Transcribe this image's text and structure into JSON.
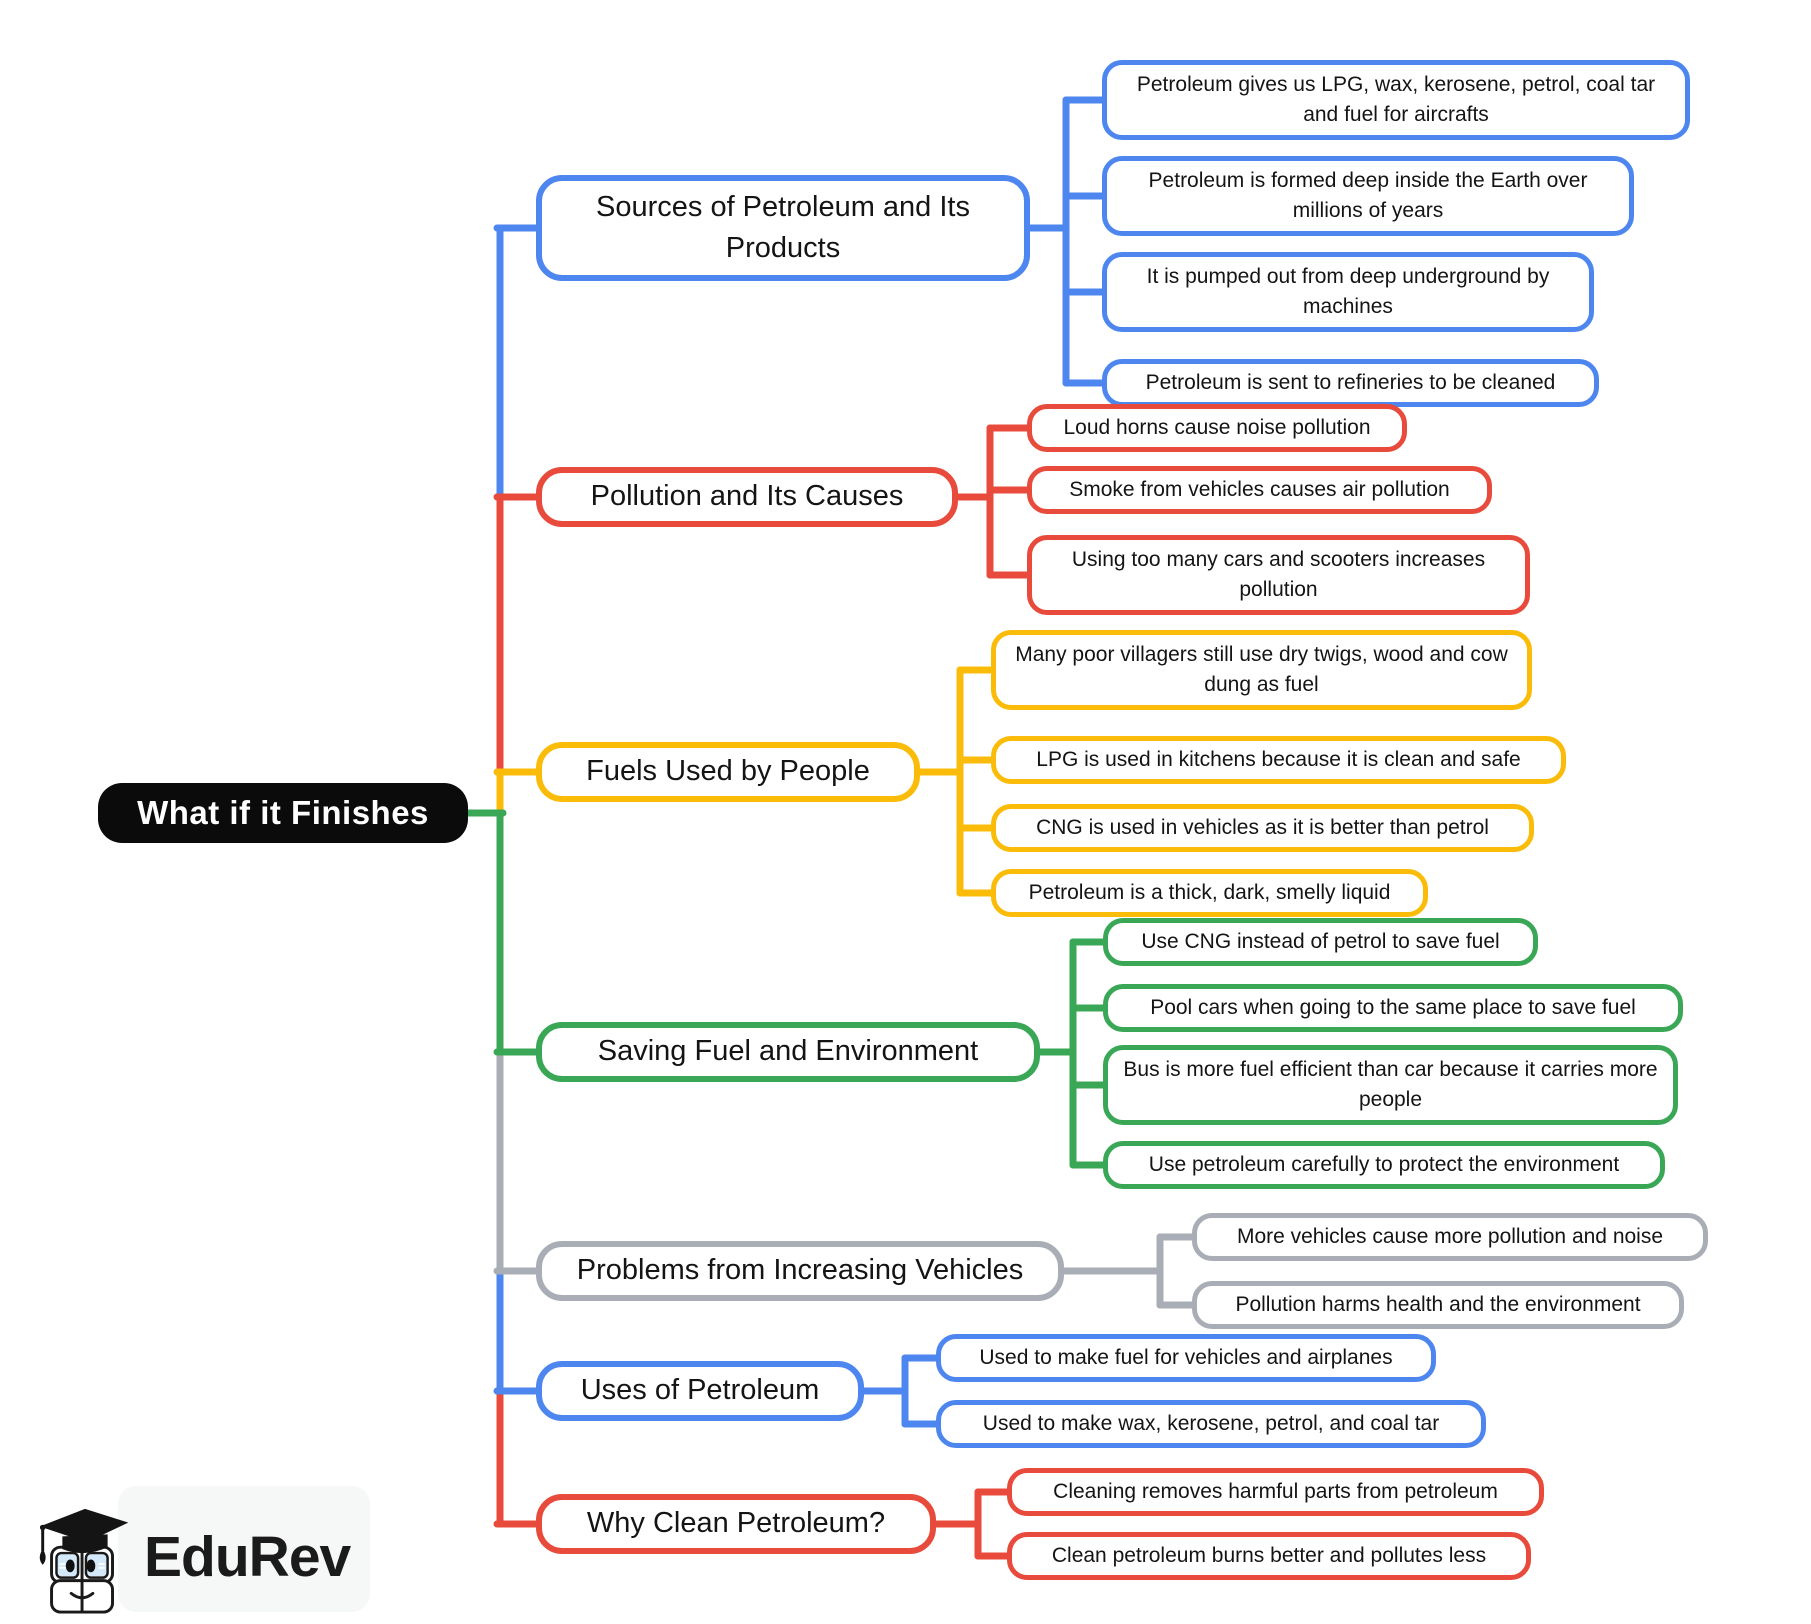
{
  "title": "What if it Finishes",
  "watermark": {
    "brand": "EduRev"
  },
  "colors": {
    "blue": "#4d86ef",
    "red": "#e84b3c",
    "yellow": "#fbbc09",
    "green": "#3aa757",
    "gray": "#a9aeb6",
    "black": "#0b0b0b"
  },
  "branches": [
    {
      "color": "blue",
      "label": "Sources of Petroleum and Its Products",
      "children": [
        "Petroleum gives us LPG, wax, kerosene, petrol, coal tar and fuel for aircrafts",
        "Petroleum is formed deep inside the Earth over millions of years",
        "It is pumped out from deep underground by machines",
        "Petroleum is sent to refineries to be cleaned"
      ]
    },
    {
      "color": "red",
      "label": "Pollution and Its Causes",
      "children": [
        "Loud horns cause noise pollution",
        "Smoke from vehicles causes air pollution",
        "Using too many cars and scooters increases pollution"
      ]
    },
    {
      "color": "yellow",
      "label": "Fuels Used by People",
      "children": [
        "Many poor villagers still use dry twigs, wood and cow dung as fuel",
        "LPG is used in kitchens because it is clean and safe",
        "CNG is used in vehicles as it is better than petrol",
        "Petroleum is a thick, dark, smelly liquid"
      ]
    },
    {
      "color": "green",
      "label": "Saving Fuel and Environment",
      "children": [
        "Use CNG instead of petrol to save fuel",
        "Pool cars when going to the same place to save fuel",
        "Bus is more fuel efficient than car because it carries more people",
        "Use petroleum carefully to protect the environment"
      ]
    },
    {
      "color": "gray",
      "label": "Problems from Increasing Vehicles",
      "children": [
        "More vehicles cause more pollution and noise",
        "Pollution harms health and the environment"
      ]
    },
    {
      "color": "blue",
      "label": "Uses of Petroleum",
      "children": [
        "Used to make fuel for vehicles and airplanes",
        "Used to make wax, kerosene, petrol, and coal tar"
      ]
    },
    {
      "color": "red",
      "label": "Why Clean Petroleum?",
      "children": [
        "Cleaning removes harmful parts from petroleum",
        "Clean petroleum burns better and pollutes less"
      ]
    }
  ]
}
